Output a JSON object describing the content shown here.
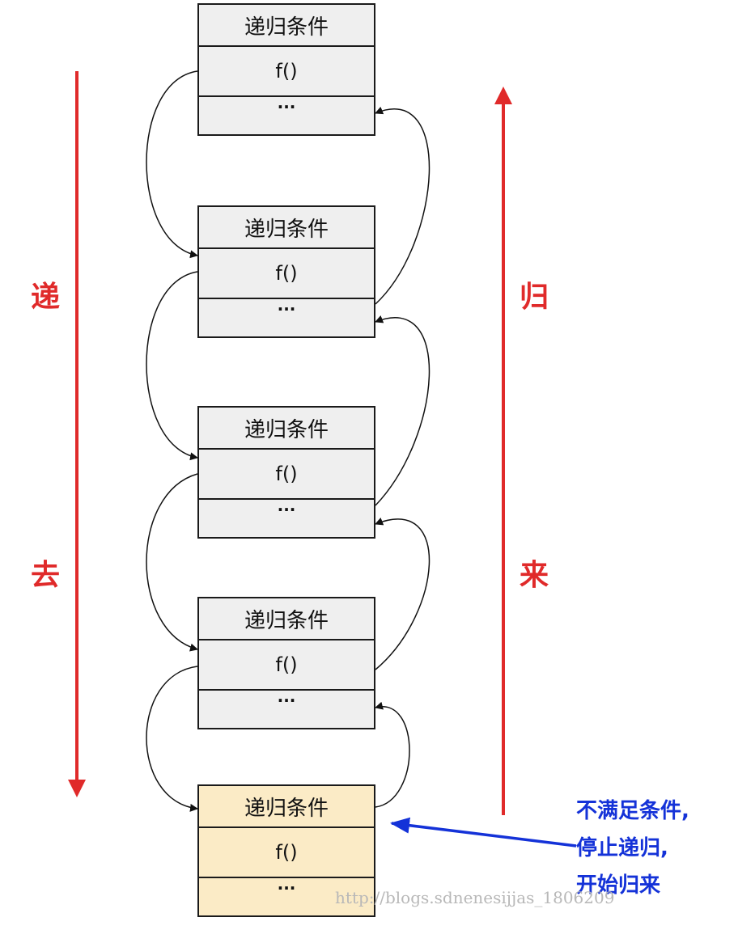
{
  "frames": [
    {
      "condition": "递归条件",
      "call": "f()",
      "more": "···",
      "final": false
    },
    {
      "condition": "递归条件",
      "call": "f()",
      "more": "···",
      "final": false
    },
    {
      "condition": "递归条件",
      "call": "f()",
      "more": "···",
      "final": false
    },
    {
      "condition": "递归条件",
      "call": "f()",
      "more": "···",
      "final": false
    },
    {
      "condition": "递归条件",
      "call": "f()",
      "more": "···",
      "final": true
    }
  ],
  "labels": {
    "left_top": "递",
    "left_bottom": "去",
    "right_top": "归",
    "right_bottom": "来"
  },
  "note": {
    "line1": "不满足条件,",
    "line2": "停止递归,",
    "line3": "开始归来"
  },
  "watermark": "http://blogs.sdnenesijjas_1806209",
  "colors": {
    "descend_arrow": "#e02a2a",
    "return_arrow": "#e02a2a",
    "note_color": "#1432d8",
    "frame_fill": "#efefef",
    "final_fill": "#fbebc6"
  }
}
